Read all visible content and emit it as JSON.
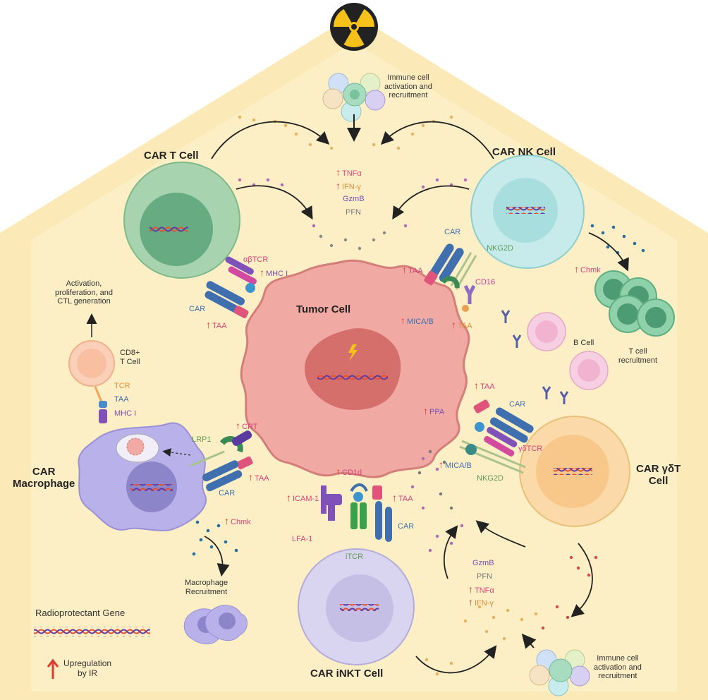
{
  "cells": {
    "car_t": "CAR T Cell",
    "car_nk": "CAR NK Cell",
    "tumor": "Tumor Cell",
    "car_macrophage_line1": "CAR",
    "car_macrophage_line2": "Macrophage",
    "car_gdt_line1": "CAR γδT",
    "car_gdt_line2": "Cell",
    "car_inkt": "CAR iNKT Cell",
    "cd8_line1": "CD8+",
    "cd8_line2": "T Cell",
    "b_cell": "B Cell"
  },
  "captions": {
    "immune_top_l1": "Immune cell",
    "immune_top_l2": "activation and",
    "immune_top_l3": "recruitment",
    "immune_bottom_l1": "Immune cell",
    "immune_bottom_l2": "activation and",
    "immune_bottom_l3": "recruitment",
    "activation_l1": "Activation,",
    "activation_l2": "proliferation, and",
    "activation_l3": "CTL generation",
    "tcell_rec_l1": "T cell",
    "tcell_rec_l2": "recruitment",
    "macro_rec_l1": "Macrophage",
    "macro_rec_l2": "Recruitment"
  },
  "molecules": {
    "tnfa": "TNFα",
    "ifng": "IFN-γ",
    "gzmb": "GzmB",
    "pfn": "PFN",
    "abtcr": "αβTCR",
    "mhc1": "MHC I",
    "car": "CAR",
    "taa": "TAA",
    "nkg2d": "NKG2D",
    "cd16": "CD16",
    "mica_b": "MICA/B",
    "chmk": "Chmk",
    "tcr": "TCR",
    "lrp1": "LRP1",
    "crt": "CRT",
    "ppa": "PPA",
    "gdtcr": "γδTCR",
    "cd1d": "CD1d",
    "icam1": "ICAM-1",
    "lfa1": "LFA-1",
    "itcr": "iTCR"
  },
  "legend": {
    "radioprotectant": "Radioprotectant Gene",
    "upreg_l1": "Upregulation",
    "upreg_l2": "by IR"
  },
  "colors": {
    "background": "#fbe9b8",
    "tumor": "#f1a9a4",
    "tumor_nucleus": "#d56f6c",
    "car_t": "#a7d4ae",
    "car_nk": "#c7ebeb",
    "car_gdt": "#fbd9a8",
    "car_inkt": "#d9d5f0",
    "macrophage": "#b9b2ea",
    "arrow_up": "#e03a2f"
  }
}
